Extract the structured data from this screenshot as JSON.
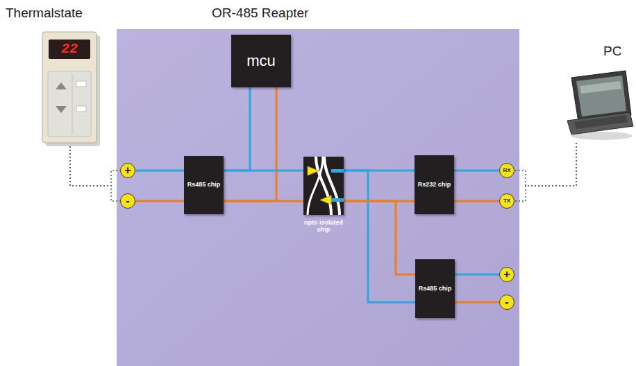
{
  "diagram": {
    "nodes": [
      {
        "text": [
          "Thermalstate",
          "22"
        ]
      },
      {
        "text": [
          "OR-485 Reapter"
        ]
      },
      {
        "text": [
          "mcu"
        ],
        "in": 1
      },
      {
        "text": [
          "+"
        ],
        "in": 1
      },
      {
        "text": [
          "-"
        ],
        "in": 1
      },
      {
        "text": [
          "Rs485 chip"
        ],
        "in": 1
      },
      {
        "text": [
          "opto isolated chip"
        ],
        "in": 1
      },
      {
        "text": [
          "Rs232 chip"
        ],
        "in": 1
      },
      {
        "text": [
          "RX"
        ],
        "in": 1
      },
      {
        "text": [
          "TX"
        ],
        "in": 1
      },
      {
        "text": [
          "Rs485 chip"
        ],
        "in": 1
      },
      {
        "text": [
          "+"
        ],
        "in": 1
      },
      {
        "text": [
          "-"
        ],
        "in": 1
      },
      {
        "text": [
          "PC"
        ]
      }
    ],
    "edges": [
      {
        "from": 0,
        "to": 3,
        "arrow": "none"
      },
      {
        "from": 0,
        "to": 4,
        "arrow": "none"
      },
      {
        "from": 3,
        "to": 5,
        "arrow": "none"
      },
      {
        "from": 4,
        "to": 5,
        "arrow": "none"
      },
      {
        "from": 5,
        "to": 2,
        "arrow": "none"
      },
      {
        "from": 5,
        "to": 2,
        "arrow": "none"
      },
      {
        "from": 5,
        "to": 6,
        "arrow": "none"
      },
      {
        "from": 5,
        "to": 6,
        "arrow": "none"
      },
      {
        "from": 6,
        "to": 7,
        "arrow": "none"
      },
      {
        "from": 6,
        "to": 7,
        "arrow": "none"
      },
      {
        "from": 6,
        "to": 10,
        "arrow": "none"
      },
      {
        "from": 6,
        "to": 10,
        "arrow": "none"
      },
      {
        "from": 7,
        "to": 8,
        "arrow": "none"
      },
      {
        "from": 7,
        "to": 9,
        "arrow": "none"
      },
      {
        "from": 10,
        "to": 11,
        "arrow": "none"
      },
      {
        "from": 10,
        "to": 12,
        "arrow": "none"
      },
      {
        "from": 13,
        "to": 8,
        "arrow": "none"
      },
      {
        "from": 13,
        "to": 9,
        "arrow": "none"
      }
    ]
  }
}
